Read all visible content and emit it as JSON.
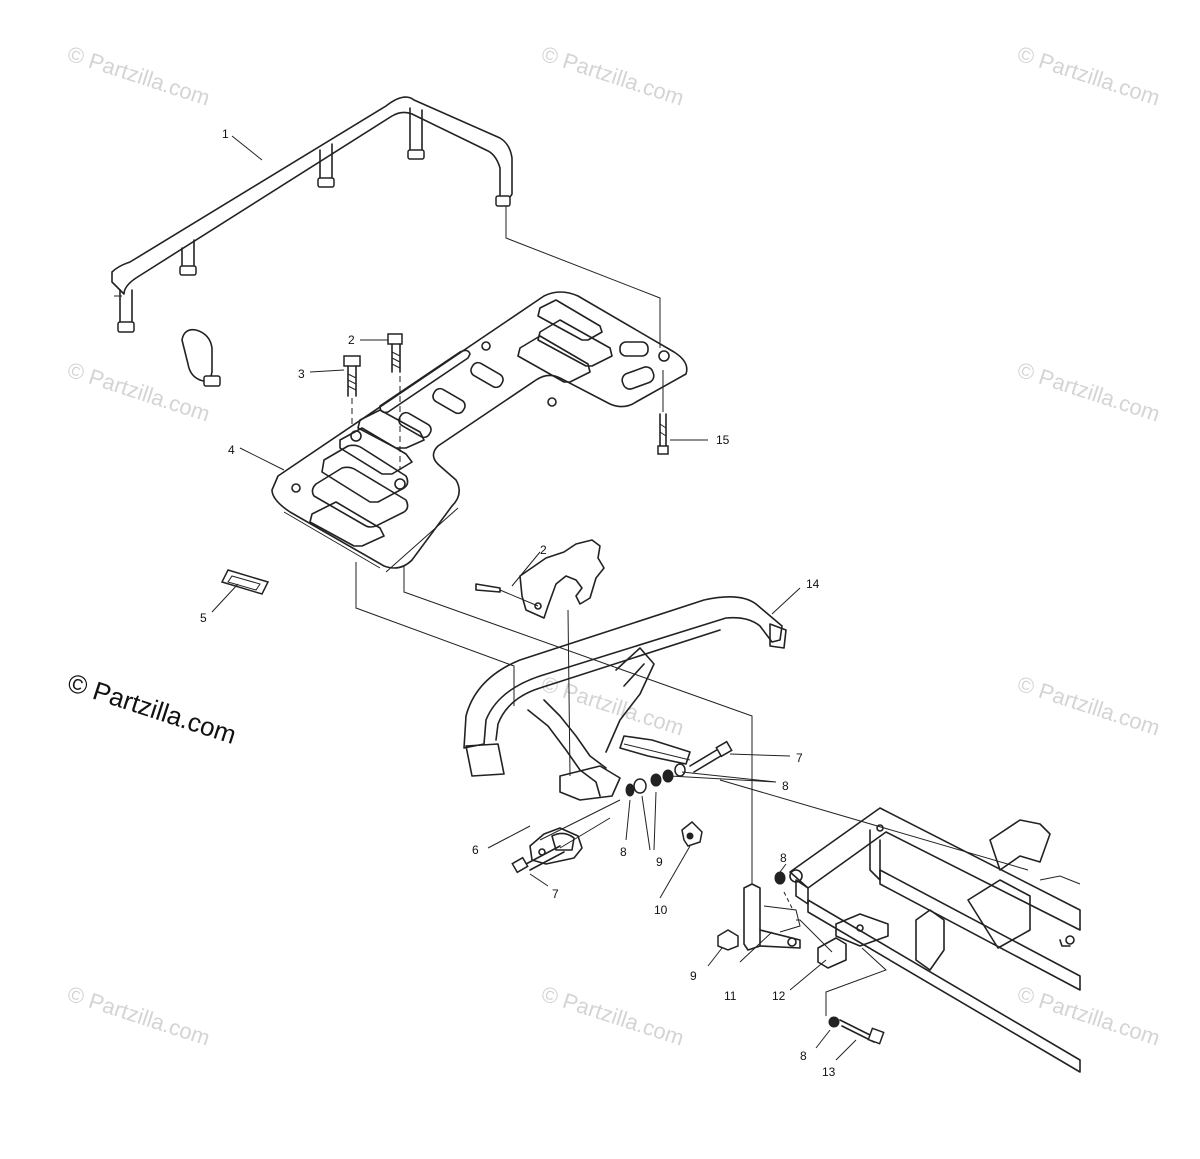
{
  "watermark": {
    "text": "© Partzilla.com",
    "main_text": "© Partzilla.com"
  },
  "callouts": [
    "1",
    "2",
    "3",
    "4",
    "15",
    "5",
    "2",
    "14",
    "7",
    "8",
    "6",
    "8",
    "9",
    "7",
    "10",
    "8",
    "9",
    "11",
    "12",
    "8",
    "13"
  ],
  "colors": {
    "line": "#222222",
    "watermark": "#d4d4d4",
    "background": "#ffffff"
  }
}
